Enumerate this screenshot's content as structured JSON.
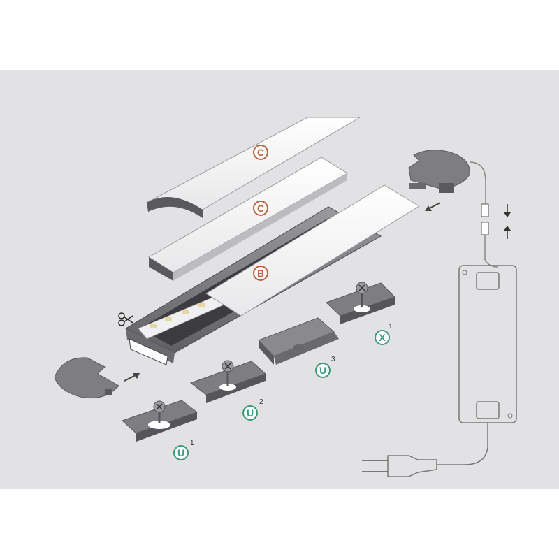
{
  "labels": {
    "cover_round_top": "C",
    "cover_flat": "C",
    "diffuser": "B",
    "clip_u1": "U",
    "clip_u1_sup": "1",
    "clip_u2": "U",
    "clip_u2_sup": "2",
    "clip_u3": "U",
    "clip_u3_sup": "3",
    "clip_x1": "X",
    "clip_x1_sup": "1"
  },
  "colors": {
    "background_panel": "#e2e2e4",
    "label_c_b": "#c4603a",
    "label_u_x": "#3a9a78",
    "profile_gray": "#7c7c80",
    "profile_dark": "#55555a"
  }
}
